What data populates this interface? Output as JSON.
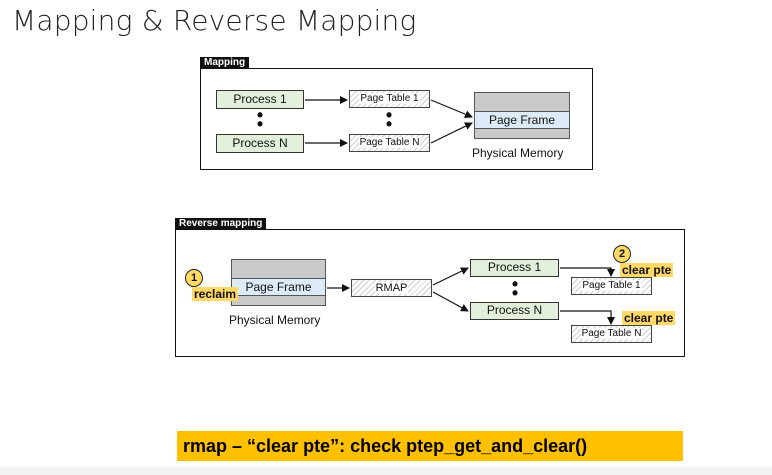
{
  "title": "Mapping & Reverse Mapping",
  "mapping": {
    "tag": "Mapping",
    "process_1": "Process 1",
    "process_n": "Process N",
    "page_table_1": "Page Table 1",
    "page_table_n": "Page Table N",
    "page_frame": "Page Frame",
    "physical_memory": "Physical Memory",
    "dots": "•"
  },
  "reverse": {
    "tag": "Reverse mapping",
    "page_frame": "Page Frame",
    "physical_memory": "Physical Memory",
    "rmap": "RMAP",
    "process_1": "Process 1",
    "process_n": "Process N",
    "page_table_1": "Page Table 1",
    "page_table_n": "Page Table N",
    "step1_num": "1",
    "step1_label": "reclaim",
    "step2_num": "2",
    "clear_pte_1": "clear pte",
    "clear_pte_n": "clear pte",
    "dots": "•"
  },
  "banner": "rmap – “clear pte”: check ptep_get_and_clear()",
  "colors": {
    "process_fill": "#e2efda",
    "frame_fill": "#dcebf7",
    "highlight": "#ffd966",
    "banner": "#ffc000"
  }
}
